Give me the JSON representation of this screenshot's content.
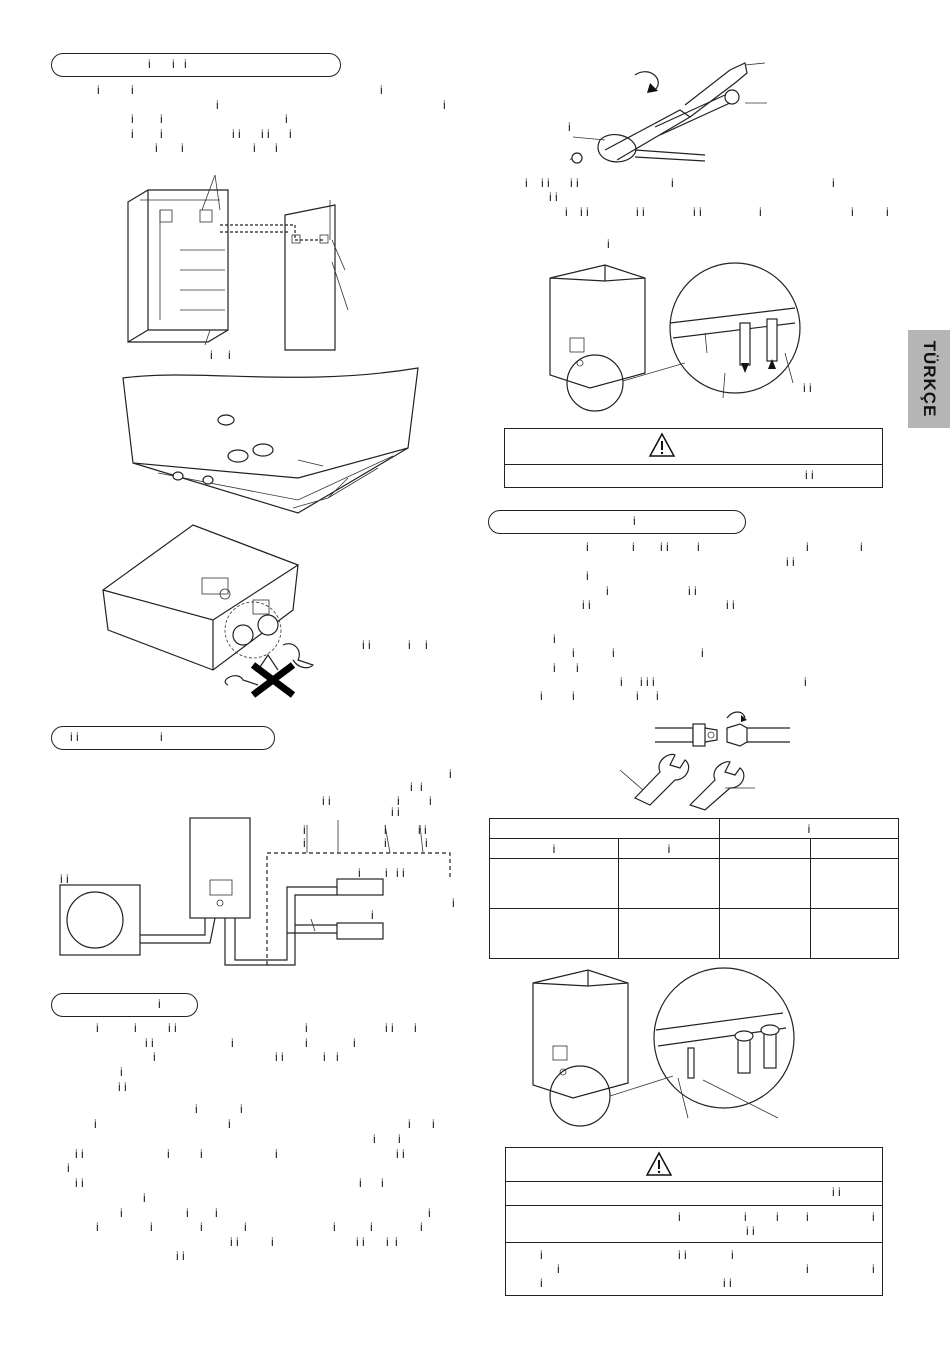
{
  "language_tab": "TÜRKÇE",
  "section1": {
    "title_frags": [
      "i",
      "i",
      "i"
    ],
    "body_frags": [
      "i",
      "i",
      "i",
      "i",
      "i",
      "i",
      "i",
      "i",
      "i",
      "i",
      "i i",
      "i i",
      "i",
      "i",
      "i",
      "i",
      "i"
    ],
    "label_frags": [
      "i",
      "i"
    ],
    "wrench_note": [
      "i i",
      "i",
      "i"
    ]
  },
  "section2": {
    "title_frags": [
      "i i",
      "i"
    ],
    "body_frags": [
      "i",
      "i",
      "i",
      "i i",
      "i",
      "i",
      "i i",
      "i",
      "i",
      "i i",
      "i",
      "i",
      "i",
      "i",
      "i",
      "i i",
      "i",
      "i",
      "i i"
    ]
  },
  "section3": {
    "title_frags": [
      "i"
    ],
    "body_frags": [
      "i",
      "i",
      "i i",
      "i",
      "i i",
      "i",
      "i i",
      "i",
      "i",
      "i",
      "i i",
      "i",
      "i",
      "i",
      "i",
      "i i",
      "i",
      "i",
      "i",
      "i",
      "i",
      "i",
      "i",
      "i",
      "i i",
      "i",
      "i",
      "i",
      "i i",
      "i",
      "i i",
      "i",
      "i",
      "i",
      "i",
      "i",
      "i",
      "i",
      "i",
      "i",
      "i",
      "i",
      "i",
      "i i",
      "i",
      "i",
      "i",
      "i",
      "i",
      "i i",
      "i i"
    ]
  },
  "right_top": {
    "label_frags": [
      "i"
    ],
    "body_frags": [
      "i",
      "i i",
      "i i",
      "i",
      "i",
      "i i",
      "i",
      "i i",
      "i i",
      "i i",
      "i",
      "i",
      "i",
      "i"
    ],
    "pipe_label": "i i"
  },
  "warning1": {
    "text_frag": "i i"
  },
  "section4": {
    "title_frags": [
      "i"
    ],
    "body_frags": [
      "i",
      "i",
      "i i",
      "i",
      "i",
      "i",
      "i i",
      "i",
      "i",
      "i i",
      "i i",
      "i i",
      "i",
      "i",
      "i",
      "i",
      "i",
      "i",
      "i",
      "i i i",
      "i",
      "i",
      "i",
      "i",
      "i"
    ]
  },
  "table": {
    "header_right": "i",
    "sub": [
      "i",
      "i",
      "",
      ""
    ]
  },
  "warning2": {
    "rows": [
      [
        "i i"
      ],
      [
        "i",
        "i",
        "i",
        "i",
        "i",
        "i i"
      ],
      [
        "i",
        "i i",
        "i",
        "i",
        "i",
        "i",
        "i",
        "i i"
      ]
    ]
  }
}
